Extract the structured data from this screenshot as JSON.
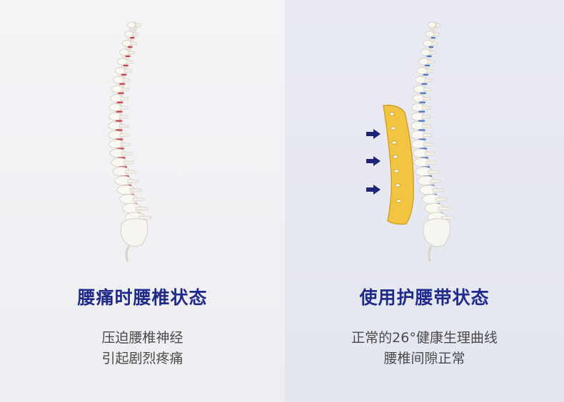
{
  "left": {
    "title": "腰痛时腰椎状态",
    "desc_line1": "压迫腰椎神经",
    "desc_line2": "引起剧烈疼痛",
    "accent": "#c8202e"
  },
  "right": {
    "title": "使用护腰带状态",
    "desc_line1": "正常的26°健康生理曲线",
    "desc_line2": "腰椎间隙正常",
    "accent": "#2b62c9",
    "arrow_color": "#1b2479",
    "brace_color": "#f1c542"
  },
  "icons": [
    "spine-left-illustration",
    "spine-right-illustration",
    "lumbar-brace-icon",
    "arrow-right-icon"
  ]
}
